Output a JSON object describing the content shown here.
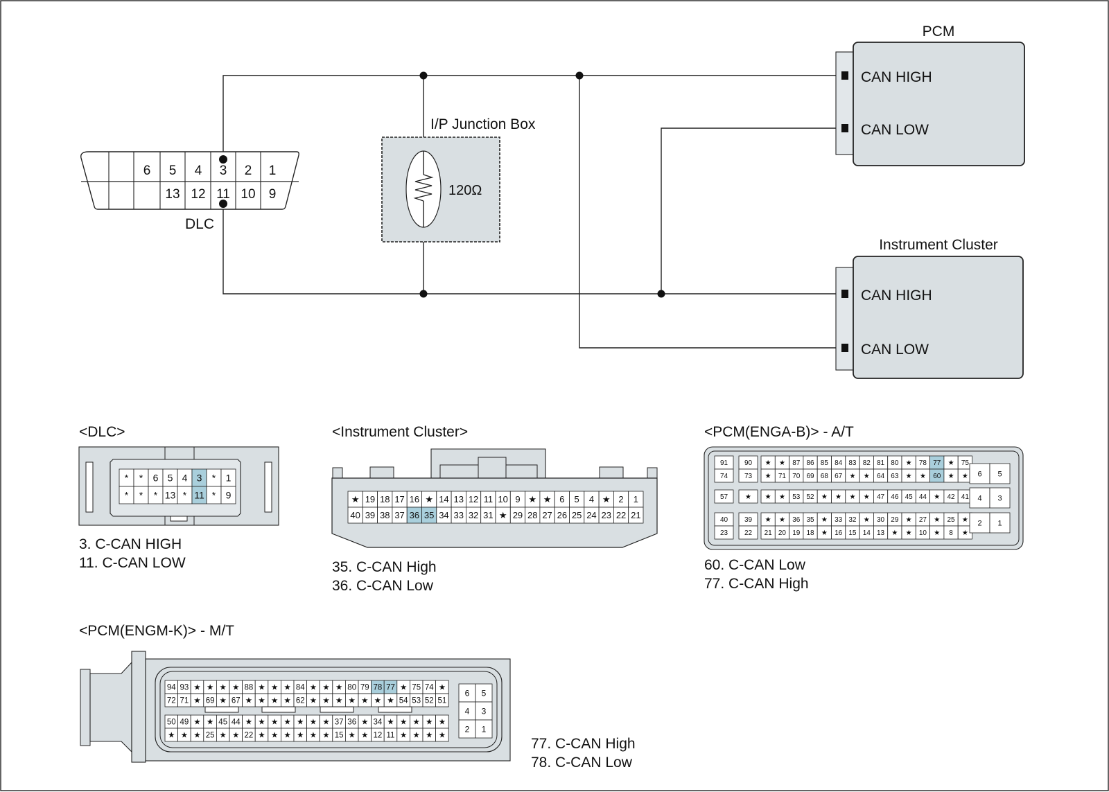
{
  "colors": {
    "body": "#d9dfe2",
    "highlight": "#a9cfdc",
    "line": "#222222"
  },
  "schematic": {
    "dlc": {
      "label": "DLC",
      "row1": [
        "",
        "",
        "6",
        "5",
        "4",
        "3",
        "2",
        "1"
      ],
      "row2": [
        "",
        "",
        "",
        "13",
        "12",
        "11",
        "10",
        "9"
      ]
    },
    "junction_box": {
      "label": "I/P Junction Box",
      "resistor": "120Ω"
    },
    "pcm": {
      "title": "PCM",
      "pin_high": "CAN HIGH",
      "pin_low": "CAN LOW"
    },
    "cluster": {
      "title": "Instrument Cluster",
      "pin_high": "CAN HIGH",
      "pin_low": "CAN LOW"
    }
  },
  "connectors": {
    "dlc": {
      "title": "<DLC>",
      "rows": [
        [
          "*",
          "*",
          "6",
          "5",
          "4",
          "3",
          "*",
          "1"
        ],
        [
          "*",
          "*",
          "*",
          "13",
          "*",
          "11",
          "*",
          "9"
        ]
      ],
      "highlight": [
        "3",
        "11"
      ],
      "notes": [
        "3. C-CAN HIGH",
        "11. C-CAN LOW"
      ]
    },
    "cluster": {
      "title": "<Instrument Cluster>",
      "rows": [
        [
          "★",
          "19",
          "18",
          "17",
          "16",
          "★",
          "14",
          "13",
          "12",
          "11",
          "10",
          "9",
          "★",
          "★",
          "6",
          "5",
          "4",
          "★",
          "2",
          "1"
        ],
        [
          "40",
          "39",
          "38",
          "37",
          "36",
          "35",
          "34",
          "33",
          "32",
          "31",
          "★",
          "29",
          "28",
          "27",
          "26",
          "25",
          "24",
          "23",
          "22",
          "21"
        ]
      ],
      "highlight": [
        "35",
        "36"
      ],
      "notes": [
        "35. C-CAN High",
        "36. C-CAN Low"
      ]
    },
    "pcm_at": {
      "title": "<PCM(ENGA-B)> - A/T",
      "left_col1": [
        "91",
        "74",
        "57",
        "40",
        "23"
      ],
      "left_col2": [
        "90",
        "73",
        "★",
        "39",
        "22"
      ],
      "main_rows": [
        [
          "★",
          "★",
          "87",
          "86",
          "85",
          "84",
          "83",
          "82",
          "81",
          "80",
          "★",
          "78",
          "77",
          "★",
          "75"
        ],
        [
          "★",
          "71",
          "70",
          "69",
          "68",
          "67",
          "★",
          "★",
          "64",
          "63",
          "★",
          "★",
          "60",
          "★",
          "★"
        ],
        [
          "★",
          "★",
          "53",
          "52",
          "★",
          "★",
          "★",
          "★",
          "47",
          "46",
          "45",
          "44",
          "★",
          "42",
          "41"
        ],
        [
          "★",
          "★",
          "36",
          "35",
          "★",
          "33",
          "32",
          "★",
          "30",
          "29",
          "★",
          "27",
          "★",
          "25",
          "★"
        ],
        [
          "21",
          "20",
          "19",
          "18",
          "★",
          "16",
          "15",
          "14",
          "13",
          "★",
          "★",
          "10",
          "★",
          "8",
          "★"
        ]
      ],
      "right_rows": [
        [
          "6",
          "5"
        ],
        [
          "4",
          "3"
        ],
        [
          "2",
          "1"
        ]
      ],
      "highlight": [
        "77",
        "60"
      ],
      "notes": [
        "60. C-CAN Low",
        "77. C-CAN High"
      ]
    },
    "pcm_mt": {
      "title": "<PCM(ENGM-K)> - M/T",
      "rows": [
        [
          "94",
          "93",
          "★",
          "★",
          "★",
          "★",
          "88",
          "★",
          "★",
          "★",
          "84",
          "★",
          "★",
          "★",
          "80",
          "79",
          "78",
          "77",
          "★",
          "75",
          "74",
          "★"
        ],
        [
          "72",
          "71",
          "★",
          "69",
          "★",
          "67",
          "★",
          "★",
          "★",
          "★",
          "62",
          "★",
          "★",
          "★",
          "★",
          "★",
          "★",
          "★",
          "54",
          "53",
          "52",
          "51"
        ],
        [
          "50",
          "49",
          "★",
          "★",
          "45",
          "44",
          "★",
          "★",
          "★",
          "★",
          "★",
          "★",
          "★",
          "37",
          "36",
          "★",
          "34",
          "★",
          "★",
          "★",
          "★",
          "★"
        ],
        [
          "★",
          "★",
          "★",
          "25",
          "★",
          "★",
          "22",
          "★",
          "★",
          "★",
          "★",
          "★",
          "★",
          "15",
          "★",
          "★",
          "12",
          "11",
          "★",
          "★",
          "★",
          "★"
        ]
      ],
      "right_rows": [
        [
          "6",
          "5"
        ],
        [
          "4",
          "3"
        ],
        [
          "2",
          "1"
        ]
      ],
      "highlight": [
        "78",
        "77"
      ],
      "notes": [
        "77. C-CAN High",
        "78. C-CAN Low"
      ]
    }
  }
}
